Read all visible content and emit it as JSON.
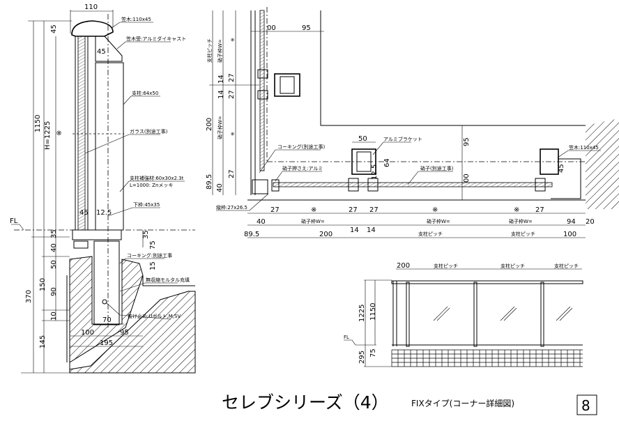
{
  "title": {
    "series": "セレブシリーズ（4）",
    "subtitle": "FIXタイプ(コーナー詳細図)",
    "page_number": "8"
  },
  "section": {
    "dims": {
      "top_width": "110",
      "cap_h": "45",
      "bracket": "45",
      "total": "1150",
      "h": "H=1225",
      "mark": "※",
      "d45": "45",
      "d125": "12.5",
      "d35a": "35",
      "d40": "40",
      "d50": "50",
      "d150": "150",
      "d90": "90",
      "d10": "10",
      "d145": "145",
      "d370": "370",
      "d35b": "35",
      "d75": "75",
      "d15": "15",
      "d70": "70",
      "d100": "100",
      "d95": "95",
      "d195": "195"
    },
    "fl": "FL",
    "labels": {
      "cap": "笠木:110x45",
      "cap_support": "笠木受:アルミダイキャスト",
      "post": "支柱:64x50",
      "glass": "ガラス(別途工事)",
      "reinforce1": "支柱補強材:60x30x2.3t",
      "reinforce2": "L=1000: Znメッキ",
      "bottom_frame": "下枠:45x35",
      "caulking": "コーキング:別途工事",
      "mortar": "無収縮モルタル充填",
      "anchor": "抜け止め:Uボルト,M,SV"
    }
  },
  "plan": {
    "left_dims": {
      "pitch": "支柱ピッチ",
      "frame_w1": "硝子枠W=",
      "mark1": "※",
      "d27a": "27",
      "d14a": "14",
      "d14b": "14",
      "d27b": "27",
      "d200": "200",
      "frame_w2": "硝子枠W=",
      "mark2": "※",
      "d895": "89.5",
      "d40": "40",
      "d27c": "27"
    },
    "top": {
      "d00": "00",
      "d95": "95"
    },
    "inner": {
      "d50": "50",
      "d64": "64",
      "d125": "12.5",
      "d95": "95",
      "d00": "00",
      "d45": "45"
    },
    "labels": {
      "caulking": "コーキング(別途工事)",
      "glass_stop": "硝子押さえ:アルミ",
      "bracket": "アルミブラケット",
      "glass": "硝子(別途工事)",
      "cap": "笠木:110x45",
      "frame": "縦枠:27x26.5"
    },
    "row1": [
      "27",
      "※",
      "27",
      "27",
      "※",
      "※",
      "27"
    ],
    "row2": [
      "40",
      "硝子枠W=",
      "硝子枠W=",
      "硝子枠W=",
      "94",
      "20"
    ],
    "row3": [
      "89.5",
      "200",
      "14",
      "14",
      "支柱ピッチ",
      "支柱ピッチ",
      "100"
    ]
  },
  "elevation": {
    "d200": "200",
    "pitches": [
      "支柱ピッチ",
      "支柱ピッチ",
      "支柱ピッチ"
    ],
    "d1225": "1225",
    "d1150": "1150",
    "fl": "FL",
    "d295": "295",
    "d75": "75"
  }
}
